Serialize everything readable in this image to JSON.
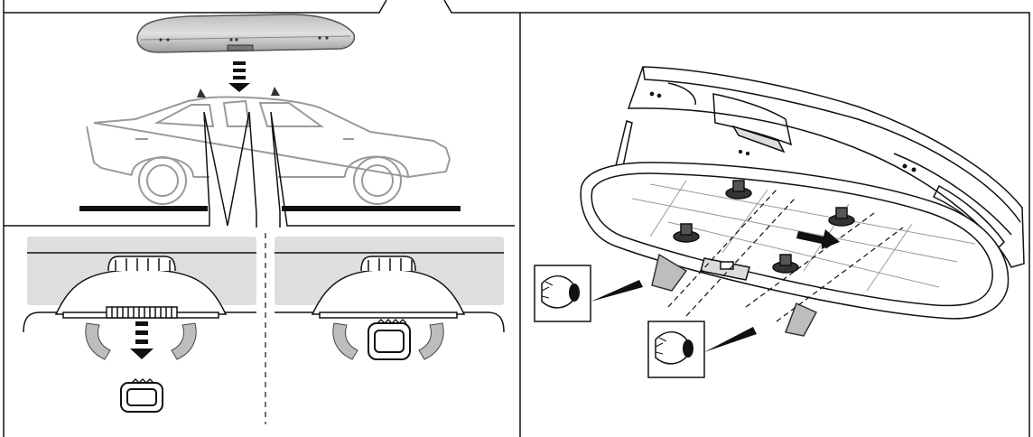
{
  "figure": {
    "panels": [
      {
        "id": "roof-placement",
        "description_icons": [
          "roof-box-icon",
          "arrow-down-icon",
          "car-icon",
          "roof-bar-foot-icon"
        ]
      },
      {
        "id": "clamp-detail-left",
        "icons": [
          "clamp-knob-icon",
          "arrow-down-icon",
          "clamp-plate-icon"
        ]
      },
      {
        "id": "clamp-detail-right",
        "icons": [
          "clamp-knob-icon",
          "clamp-plate-icon"
        ]
      },
      {
        "id": "open-box-inspection",
        "icons": [
          "open-roof-box-icon",
          "eye-check-icon",
          "arrow-right-icon"
        ]
      }
    ],
    "colors": {
      "line": "#111111",
      "box_fill": "#cfcfcf",
      "car_outline": "#9a9a9a",
      "gray_band": "#dedede",
      "arrow_gray": "#8a8a8a",
      "clamp_fill": "#bdbdbd"
    }
  }
}
